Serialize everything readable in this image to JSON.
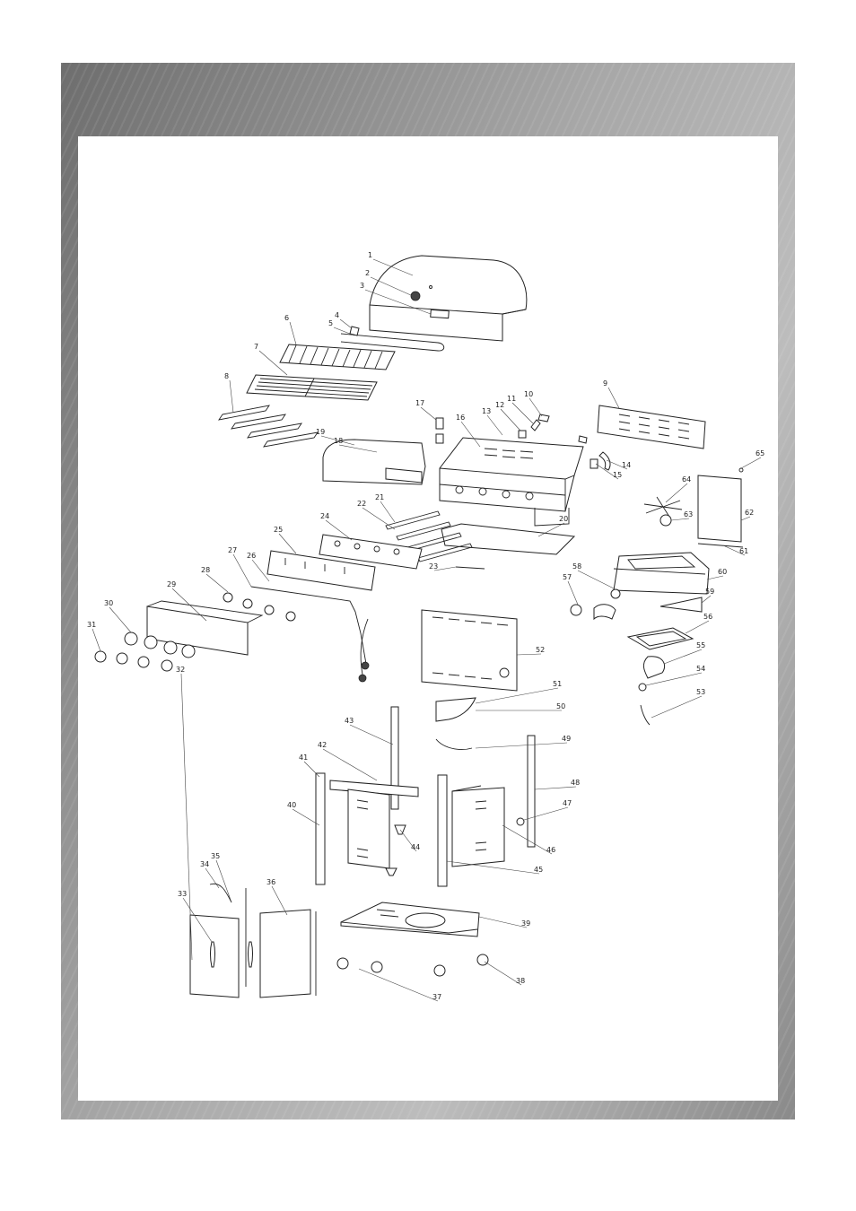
{
  "frame": {
    "outer_color": "#8c8c8c",
    "panel_color": "#ffffff"
  },
  "parts": [
    {
      "n": "1"
    },
    {
      "n": "2"
    },
    {
      "n": "3"
    },
    {
      "n": "4"
    },
    {
      "n": "5"
    },
    {
      "n": "6"
    },
    {
      "n": "7"
    },
    {
      "n": "8"
    },
    {
      "n": "9"
    },
    {
      "n": "10"
    },
    {
      "n": "11"
    },
    {
      "n": "12"
    },
    {
      "n": "13"
    },
    {
      "n": "14"
    },
    {
      "n": "15"
    },
    {
      "n": "16"
    },
    {
      "n": "17"
    },
    {
      "n": "18"
    },
    {
      "n": "19"
    },
    {
      "n": "20"
    },
    {
      "n": "21"
    },
    {
      "n": "22"
    },
    {
      "n": "23"
    },
    {
      "n": "24"
    },
    {
      "n": "25"
    },
    {
      "n": "26"
    },
    {
      "n": "27"
    },
    {
      "n": "28"
    },
    {
      "n": "29"
    },
    {
      "n": "30"
    },
    {
      "n": "31"
    },
    {
      "n": "32"
    },
    {
      "n": "33"
    },
    {
      "n": "34"
    },
    {
      "n": "35"
    },
    {
      "n": "36"
    },
    {
      "n": "37"
    },
    {
      "n": "38"
    },
    {
      "n": "39"
    },
    {
      "n": "40"
    },
    {
      "n": "41"
    },
    {
      "n": "42"
    },
    {
      "n": "43"
    },
    {
      "n": "44"
    },
    {
      "n": "45"
    },
    {
      "n": "46"
    },
    {
      "n": "47"
    },
    {
      "n": "48"
    },
    {
      "n": "49"
    },
    {
      "n": "50"
    },
    {
      "n": "51"
    },
    {
      "n": "52"
    },
    {
      "n": "53"
    },
    {
      "n": "54"
    },
    {
      "n": "55"
    },
    {
      "n": "56"
    },
    {
      "n": "57"
    },
    {
      "n": "58"
    },
    {
      "n": "59"
    },
    {
      "n": "60"
    },
    {
      "n": "61"
    },
    {
      "n": "62"
    },
    {
      "n": "63"
    },
    {
      "n": "64"
    },
    {
      "n": "65"
    }
  ]
}
